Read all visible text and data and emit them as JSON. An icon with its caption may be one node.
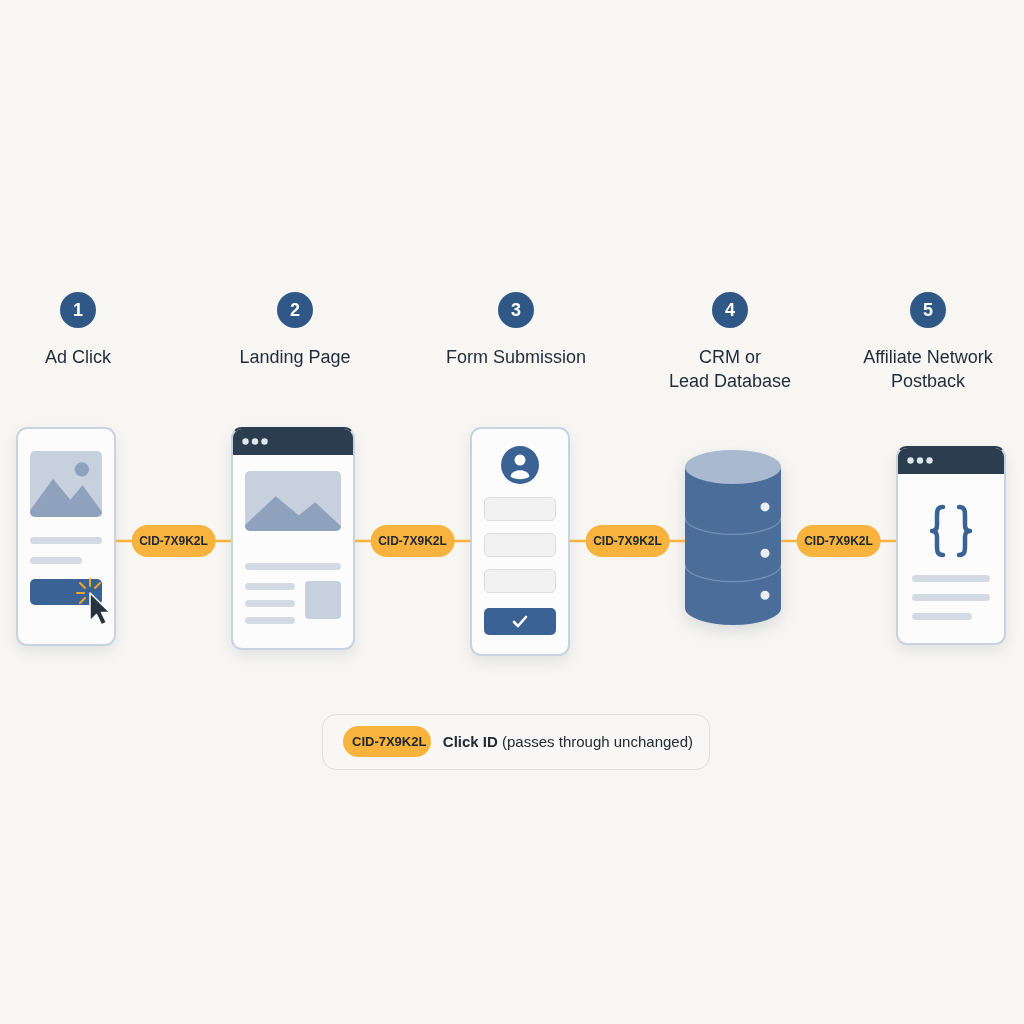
{
  "diagram": {
    "nodes": [
      {
        "text": [
          "1"
        ],
        "beside": [
          "Ad Click"
        ]
      },
      {
        "text": [
          "2"
        ],
        "beside": [
          "Landing Page"
        ]
      },
      {
        "text": [
          "3"
        ],
        "beside": [
          "Form Submission"
        ]
      },
      {
        "text": [
          "4"
        ],
        "beside": [
          "CRM or Lead Database"
        ]
      },
      {
        "text": [
          "5"
        ],
        "beside": [
          "Affiliate Network Postback"
        ]
      },
      {
        "text": [],
        "shape": "picture"
      },
      {
        "text": [],
        "shape": "picture"
      },
      {
        "text": [],
        "shape": "picture"
      },
      {
        "text": [],
        "shape": "cylinder"
      },
      {
        "text": [],
        "shape": "picture"
      }
    ],
    "edges": [
      {
        "from": 5,
        "to": 6,
        "arrow": "none",
        "label": "CID-7X9K2L"
      },
      {
        "from": 6,
        "to": 7,
        "arrow": "none",
        "label": "CID-7X9K2L"
      },
      {
        "from": 7,
        "to": 8,
        "arrow": "none",
        "label": "CID-7X9K2L"
      },
      {
        "from": 8,
        "to": 9,
        "arrow": "none",
        "label": "CID-7X9K2L"
      }
    ],
    "labels": [
      "CID-7X9K2L"
    ],
    "legend": [
      {
        "text": "**Click ID** (passes through unchanged)",
        "color": "#f7b33d"
      }
    ]
  }
}
